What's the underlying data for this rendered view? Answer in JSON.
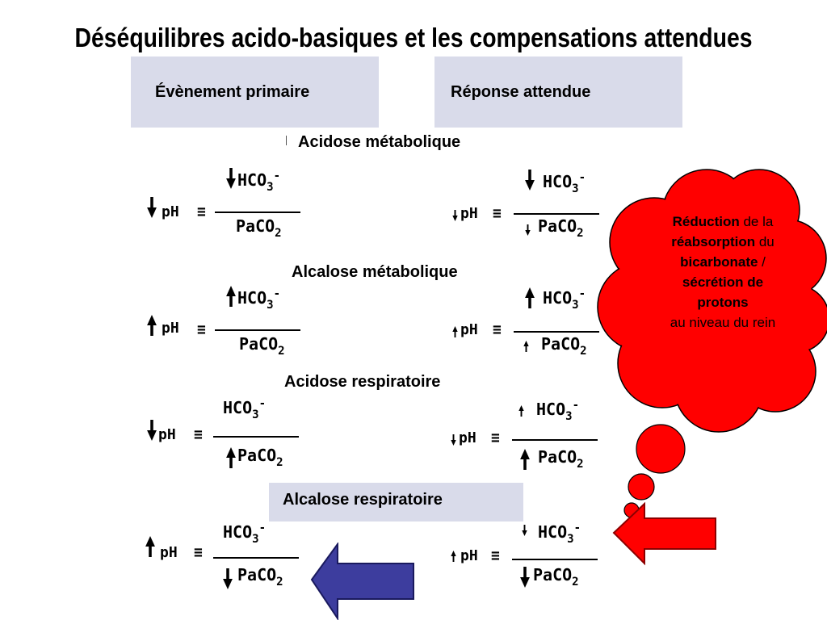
{
  "title": "Déséquilibres acido-basiques et les compensations attendues",
  "headers": {
    "primary": "Évènement primaire",
    "response": "Réponse attendue"
  },
  "sections": [
    "Acidose métabolique",
    "Alcalose  métabolique",
    "Acidose respiratoire",
    "Alcalose respiratoire"
  ],
  "eq_terms": {
    "ph": "pH",
    "equiv": "≡",
    "hco3": "HCO",
    "hco3_sub": "3",
    "hco3_sup": "-",
    "paco2": "PaCO",
    "paco2_sub": "2"
  },
  "cloud": {
    "line1_bold": "Réduction",
    "line1_rest": " de la",
    "line2_bold": "réabsorption",
    "line2_rest": " du",
    "line3_bold": "bicarbonate",
    "line3_rest": " /",
    "line4_bold": "sécrétion de",
    "line5_bold": "protons",
    "line6": "au niveau du rein"
  },
  "colors": {
    "header_bg": "#d9dbea",
    "cloud": "#ff0000",
    "red_arrow": "#ff0000",
    "blue_arrow": "#3d3d9e"
  },
  "icons": [
    "arrow-down-icon",
    "arrow-up-icon",
    "red-arrow-left-icon",
    "blue-arrow-left-icon",
    "cloud-shape"
  ]
}
